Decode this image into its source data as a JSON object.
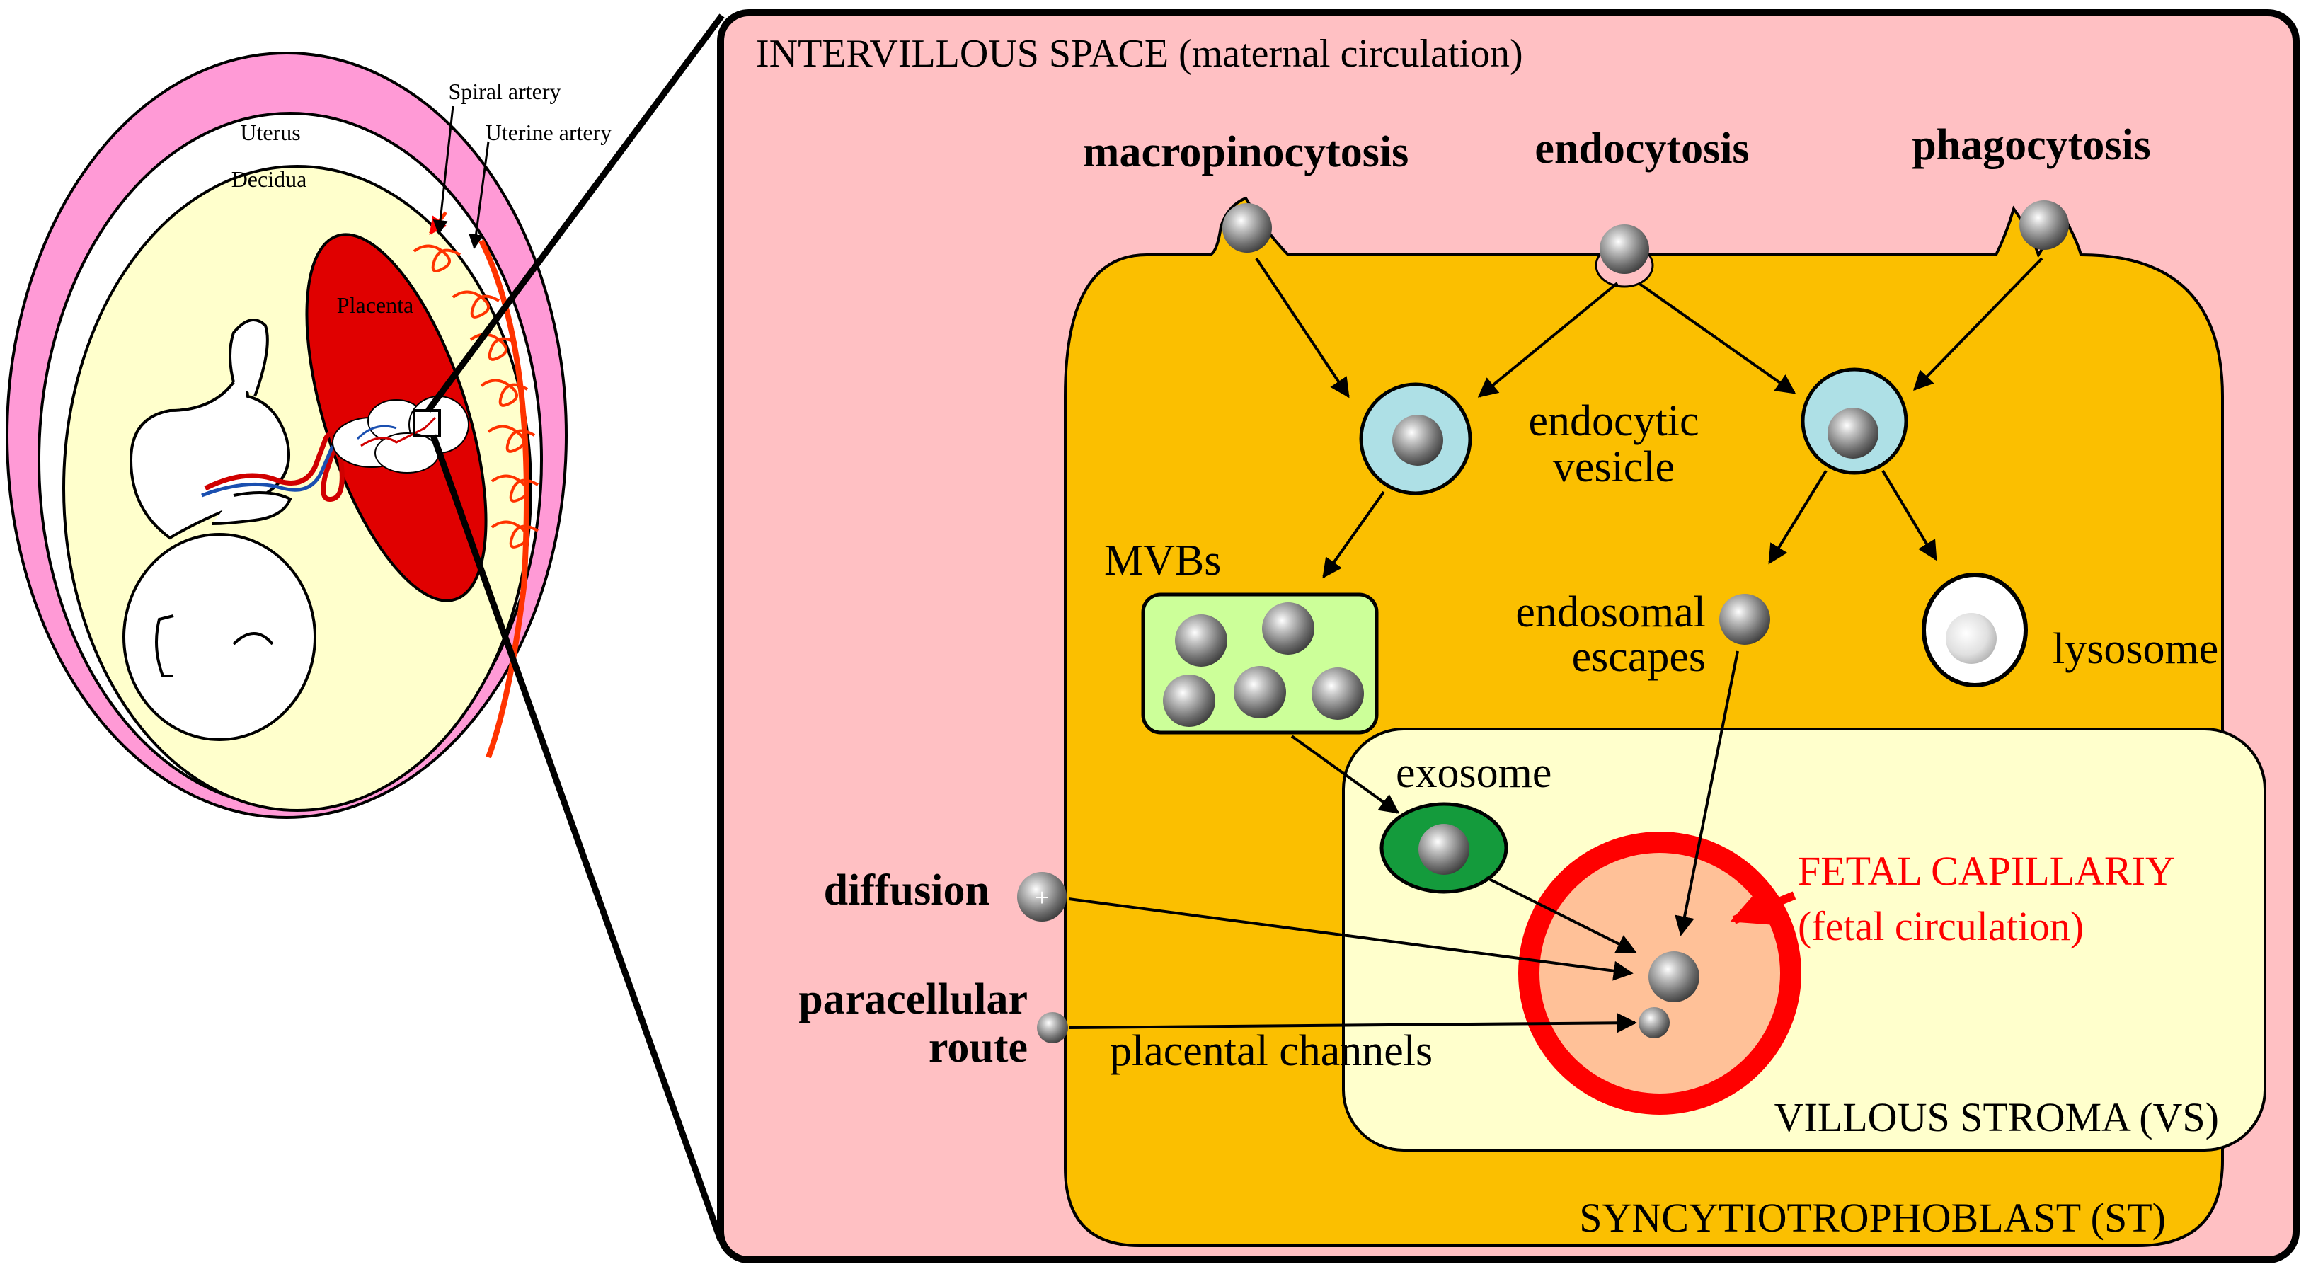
{
  "colors": {
    "maternal_space": "#FFC0C3",
    "syncytiotrophoblast": "#FBBF00",
    "villous_stroma": "#FFFFCC",
    "vesicle": "#AEE0E6",
    "mvb": "#CCFF99",
    "exosome": "#149B3C",
    "capillary_ring": "#FF0000",
    "capillary_core": "#FFC198",
    "uterus": "#FF9AD6",
    "placenta": "#E00000",
    "amniotic": "#FFFFCC",
    "fetal_label": "#FF0000"
  },
  "overview": {
    "uterus": "Uterus",
    "decidua": "Decidua",
    "placenta": "Placenta",
    "spiral_artery": "Spiral artery",
    "uterine_artery": "Uterine artery"
  },
  "zoom": {
    "intervillous": "INTERVILLOUS SPACE (maternal circulation)",
    "macropinocytosis": "macropinocytosis",
    "endocytosis": "endocytosis",
    "phagocytosis": "phagocytosis",
    "endocytic_vesicle_line1": "endocytic",
    "endocytic_vesicle_line2": "vesicle",
    "mvbs": "MVBs",
    "endosomal_line1": "endosomal",
    "endosomal_line2": "escapes",
    "lysosome": "lysosome",
    "exosome": "exosome",
    "fetal_capillary_line1": "FETAL CAPILLARIY",
    "fetal_capillary_line2": "(fetal circulation)",
    "diffusion": "diffusion",
    "diffusion_symbol": "+",
    "paracellular_line1": "paracellular",
    "paracellular_line2": "route",
    "placental_channels": "placental channels",
    "villous_stroma": "VILLOUS STROMA (VS)",
    "syncytiotrophoblast": "SYNCYTIOTROPHOBLAST (ST)"
  }
}
